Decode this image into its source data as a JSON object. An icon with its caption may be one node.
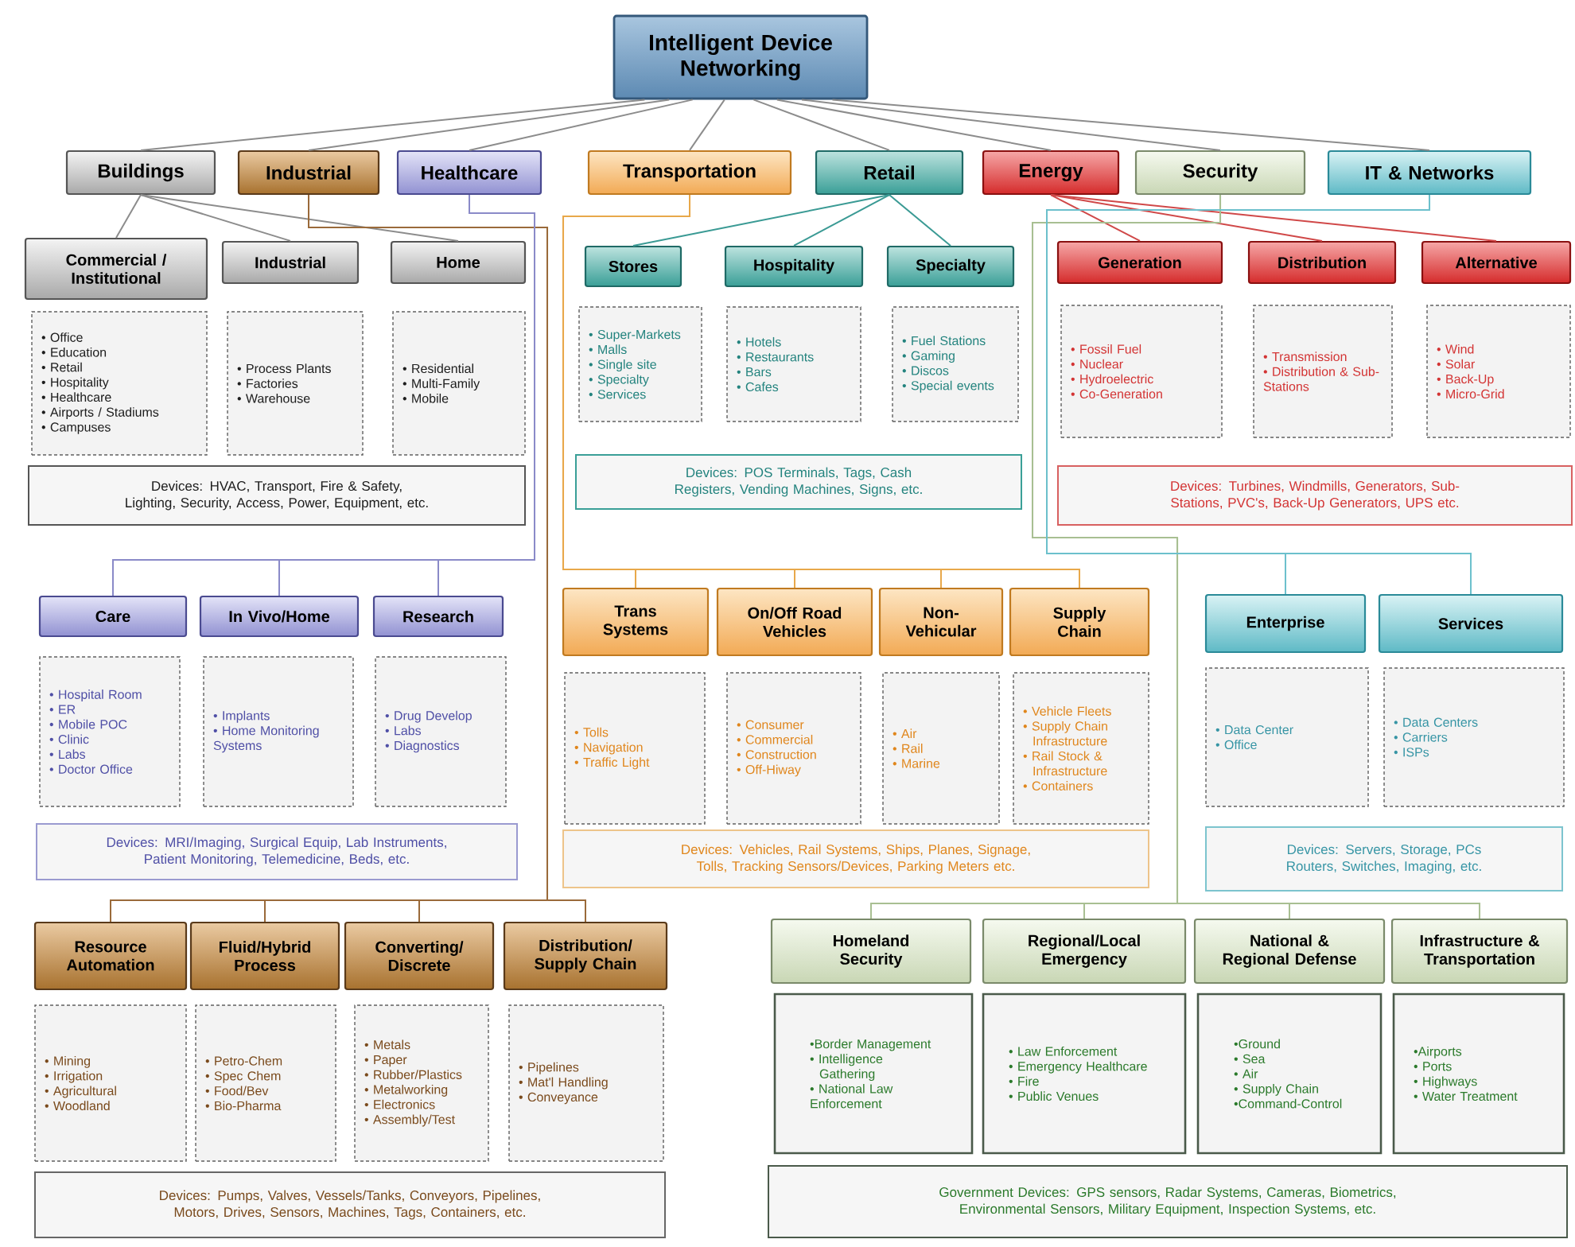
{
  "diagram": {
    "nodes": [
      {
        "text": [
          "Intelligent Device Networking"
        ]
      },
      {
        "text": [
          "Buildings"
        ]
      },
      {
        "text": [
          "Industrial"
        ]
      },
      {
        "text": [
          "Healthcare"
        ]
      },
      {
        "text": [
          "Transportation"
        ]
      },
      {
        "text": [
          "Retail"
        ]
      },
      {
        "text": [
          "Energy"
        ]
      },
      {
        "text": [
          "Security"
        ]
      },
      {
        "text": [
          "IT & Networks"
        ]
      },
      {
        "text": [
          "Commercial / Institutional"
        ]
      },
      {
        "text": [
          "Industrial"
        ]
      },
      {
        "text": [
          "Home"
        ]
      },
      {
        "text": [
          "Stores"
        ]
      },
      {
        "text": [
          "Hospitality"
        ]
      },
      {
        "text": [
          "Specialty"
        ]
      },
      {
        "text": [
          "Generation"
        ]
      },
      {
        "text": [
          "Distribution"
        ]
      },
      {
        "text": [
          "Alternative"
        ]
      },
      {
        "text": [
          "• Office",
          "• Education",
          "• Retail",
          "• Hospitality",
          "• Healthcare",
          "• Airports / Stadiums",
          "• Campuses"
        ]
      },
      {
        "text": [
          "• Process Plants",
          "• Factories",
          "• Warehouse"
        ]
      },
      {
        "text": [
          "• Residential",
          "• Multi-Family",
          "• Mobile"
        ]
      },
      {
        "text": [
          "• Super-Markets",
          "• Malls",
          "• Single site",
          "• Specialty",
          "• Services"
        ]
      },
      {
        "text": [
          "• Hotels",
          "• Restaurants",
          "• Bars",
          "• Cafes"
        ]
      },
      {
        "text": [
          "• Fuel Stations",
          "• Gaming",
          "• Discos",
          "• Special events"
        ]
      },
      {
        "text": [
          "• Fossil Fuel",
          "• Nuclear",
          "• Hydroelectric",
          "• Co-Generation"
        ]
      },
      {
        "text": [
          "• Transmission",
          "• Distribution & Sub-Stations"
        ]
      },
      {
        "text": [
          "• Wind",
          "• Solar",
          "• Back-Up",
          "• Micro-Grid"
        ]
      },
      {
        "text": [
          "Devices: HVAC, Transport, Fire & Safety, Lighting, Security, Access, Power, Equipment, etc."
        ]
      },
      {
        "text": [
          "Devices: POS Terminals, Tags, Cash Registers, Vending Machines, Signs, etc."
        ]
      },
      {
        "text": [
          "Devices: Turbines, Windmills, Generators, Sub-Stations, PVC's, Back-Up Generators, UPS etc."
        ]
      },
      {
        "text": [
          "Care"
        ]
      },
      {
        "text": [
          "In Vivo/Home"
        ]
      },
      {
        "text": [
          "Research"
        ]
      },
      {
        "text": [
          "Trans Systems"
        ]
      },
      {
        "text": [
          "On/Off Road Vehicles"
        ]
      },
      {
        "text": [
          "Non- Vehicular"
        ]
      },
      {
        "text": [
          "Supply Chain"
        ]
      },
      {
        "text": [
          "Enterprise"
        ]
      },
      {
        "text": [
          "Services"
        ]
      },
      {
        "text": [
          "• Hospital Room",
          "• ER",
          "• Mobile POC",
          "• Clinic",
          "• Labs",
          "• Doctor Office"
        ]
      },
      {
        "text": [
          "• Implants",
          "• Home Monitoring Systems"
        ]
      },
      {
        "text": [
          "• Drug Develop",
          "• Labs",
          "• Diagnostics"
        ]
      },
      {
        "text": [
          "• Tolls",
          "• Navigation",
          "• Traffic Light"
        ]
      },
      {
        "text": [
          "• Consumer",
          "• Commercial",
          "• Construction",
          "• Off-Hiway"
        ]
      },
      {
        "text": [
          "• Air",
          "• Rail",
          "• Marine"
        ]
      },
      {
        "text": [
          "• Vehicle Fleets",
          "• Supply Chain Infrastructure",
          "• Rail Stock & Infrastructure",
          "• Containers"
        ]
      },
      {
        "text": [
          "• Data Center",
          "• Office"
        ]
      },
      {
        "text": [
          "• Data Centers",
          "• Carriers",
          "• ISPs"
        ]
      },
      {
        "text": [
          "Devices: MRI/Imaging, Surgical Equip, Lab Instruments, Patient Monitoring, Telemedicine, Beds, etc."
        ]
      },
      {
        "text": [
          "Devices: Vehicles, Rail Systems, Ships, Planes, Signage, Tolls, Tracking Sensors/Devices, Parking Meters etc."
        ]
      },
      {
        "text": [
          "Devices: Servers, Storage, PCs Routers, Switches, Imaging, etc."
        ]
      },
      {
        "text": [
          "Resource Automation"
        ]
      },
      {
        "text": [
          "Fluid/Hybrid Process"
        ]
      },
      {
        "text": [
          "Converting/ Discrete"
        ]
      },
      {
        "text": [
          "Distribution/ Supply Chain"
        ]
      },
      {
        "text": [
          "Homeland Security"
        ]
      },
      {
        "text": [
          "Regional/Local Emergency"
        ]
      },
      {
        "text": [
          "National & Regional Defense"
        ]
      },
      {
        "text": [
          "Infrastructure & Transportation"
        ]
      },
      {
        "text": [
          "• Mining",
          "• Irrigation",
          "• Agricultural",
          "• Woodland"
        ]
      },
      {
        "text": [
          "• Petro-Chem",
          "• Spec Chem",
          "• Food/Bev",
          "• Bio-Pharma"
        ]
      },
      {
        "text": [
          "• Metals",
          "• Paper",
          "• Rubber/Plastics",
          "• Metalworking",
          "• Electronics",
          "• Assembly/Test"
        ]
      },
      {
        "text": [
          "• Pipelines",
          "• Mat'l Handling",
          "• Conveyance"
        ]
      },
      {
        "text": [
          "•Border Management",
          "• Intelligence Gathering",
          "• National Law Enforcement"
        ]
      },
      {
        "text": [
          "• Law Enforcement",
          "• Emergency Healthcare",
          "• Fire",
          "• Public Venues"
        ]
      },
      {
        "text": [
          "•Ground",
          "• Sea",
          "• Air",
          "• Supply Chain",
          "•Command-Control"
        ]
      },
      {
        "text": [
          "•Airports",
          "• Ports",
          "• Highways",
          "• Water Treatment"
        ]
      },
      {
        "text": [
          "Devices: Pumps, Valves, Vessels/Tanks, Conveyors, Pipelines, Motors, Drives, Sensors, Machines, Tags, Containers, etc."
        ]
      },
      {
        "text": [
          "Government Devices: GPS sensors, Radar Systems, Cameras, Biometrics, Environmental Sensors, Military Equipment, Inspection Systems, etc."
        ]
      }
    ],
    "edges": [
      {
        "from": 0,
        "to": 1,
        "arrow": "none"
      },
      {
        "from": 0,
        "to": 2,
        "arrow": "none"
      },
      {
        "from": 0,
        "to": 3,
        "arrow": "none"
      },
      {
        "from": 0,
        "to": 4,
        "arrow": "none"
      },
      {
        "from": 0,
        "to": 5,
        "arrow": "none"
      },
      {
        "from": 0,
        "to": 6,
        "arrow": "none"
      },
      {
        "from": 0,
        "to": 7,
        "arrow": "none"
      },
      {
        "from": 0,
        "to": 8,
        "arrow": "none"
      },
      {
        "from": 1,
        "to": 9,
        "arrow": "none"
      },
      {
        "from": 1,
        "to": 10,
        "arrow": "none"
      },
      {
        "from": 1,
        "to": 11,
        "arrow": "none"
      },
      {
        "from": 2,
        "to": 51,
        "arrow": "none",
        "color": "#9a6a3a"
      },
      {
        "from": 2,
        "to": 52,
        "arrow": "none",
        "color": "#9a6a3a"
      },
      {
        "from": 2,
        "to": 53,
        "arrow": "none",
        "color": "#9a6a3a"
      },
      {
        "from": 2,
        "to": 54,
        "arrow": "none",
        "color": "#9a6a3a"
      },
      {
        "from": 3,
        "to": 30,
        "arrow": "none",
        "color": "#8a8ac8"
      },
      {
        "from": 3,
        "to": 31,
        "arrow": "none",
        "color": "#8a8ac8"
      },
      {
        "from": 3,
        "to": 32,
        "arrow": "none",
        "color": "#8a8ac8"
      },
      {
        "from": 4,
        "to": 33,
        "arrow": "none",
        "color": "#e8a84a"
      },
      {
        "from": 4,
        "to": 34,
        "arrow": "none",
        "color": "#e8a84a"
      },
      {
        "from": 4,
        "to": 35,
        "arrow": "none",
        "color": "#e8a84a"
      },
      {
        "from": 4,
        "to": 36,
        "arrow": "none",
        "color": "#e8a84a"
      },
      {
        "from": 5,
        "to": 12,
        "arrow": "none",
        "color": "#3a9a94"
      },
      {
        "from": 5,
        "to": 13,
        "arrow": "none",
        "color": "#3a9a94"
      },
      {
        "from": 5,
        "to": 14,
        "arrow": "none",
        "color": "#3a9a94"
      },
      {
        "from": 6,
        "to": 15,
        "arrow": "none",
        "color": "#d04848"
      },
      {
        "from": 6,
        "to": 16,
        "arrow": "none",
        "color": "#d04848"
      },
      {
        "from": 6,
        "to": 17,
        "arrow": "none",
        "color": "#d04848"
      },
      {
        "from": 7,
        "to": 55,
        "arrow": "none",
        "color": "#a8bf92"
      },
      {
        "from": 7,
        "to": 56,
        "arrow": "none",
        "color": "#a8bf92"
      },
      {
        "from": 7,
        "to": 57,
        "arrow": "none",
        "color": "#a8bf92"
      },
      {
        "from": 7,
        "to": 58,
        "arrow": "none",
        "color": "#a8bf92"
      },
      {
        "from": 8,
        "to": 37,
        "arrow": "none",
        "color": "#6cc0cc"
      },
      {
        "from": 8,
        "to": 38,
        "arrow": "none",
        "color": "#6cc0cc"
      }
    ]
  }
}
